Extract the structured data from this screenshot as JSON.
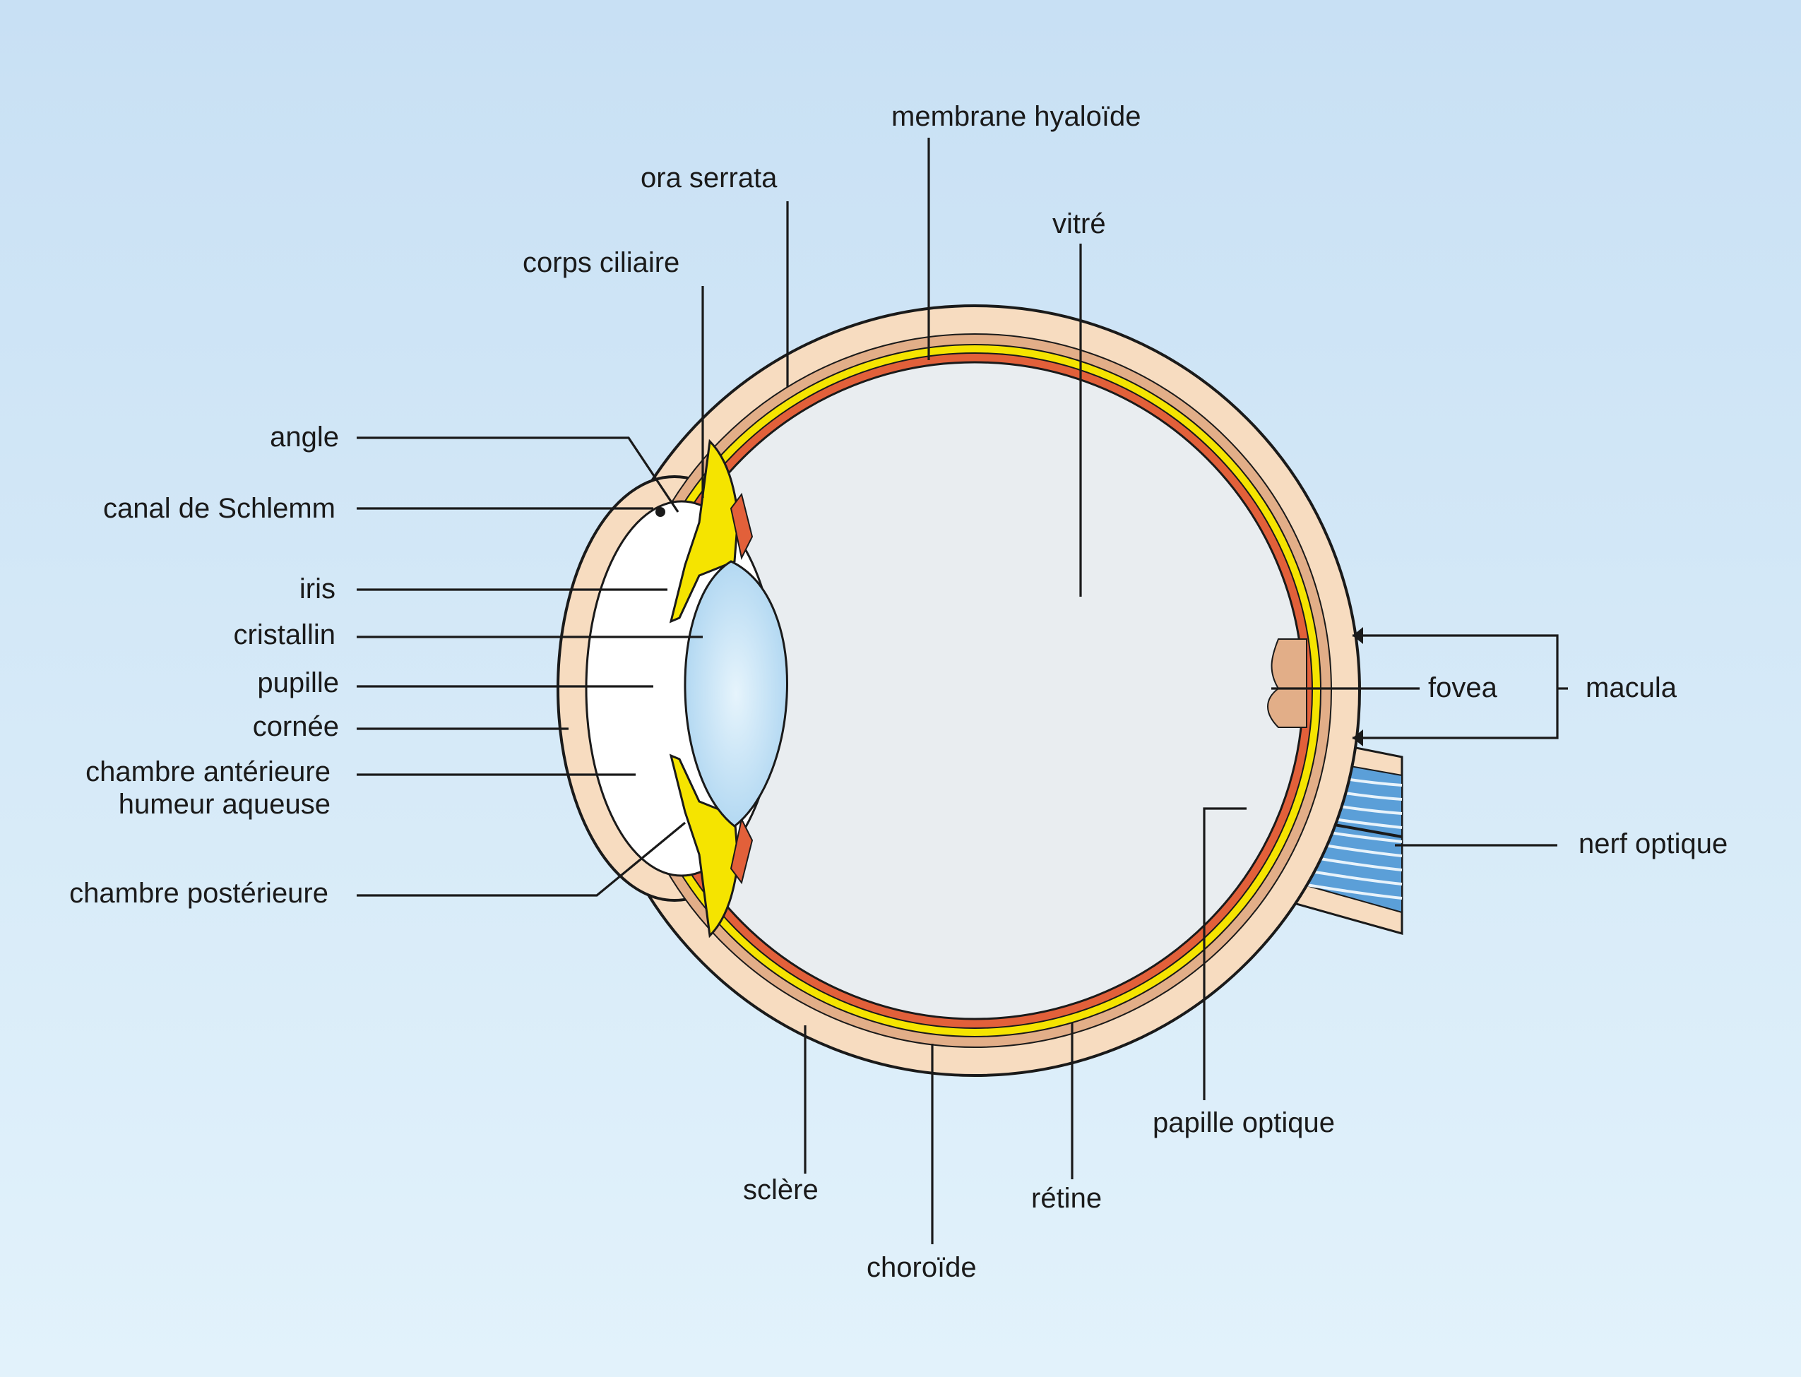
{
  "colors": {
    "background_top": "#c8e0f4",
    "background_bottom": "#e2f2fb",
    "sclera": "#f7dcc0",
    "choroid": "#e2ae88",
    "retina": "#f5e400",
    "red_layer": "#e2603a",
    "vitreous": "#e9edf0",
    "lens": "#cfe8f7",
    "optic_nerve": "#5b9fd8",
    "outline": "#1a1a1a"
  },
  "labels": {
    "membrane_hyaloide": "membrane hyaloïde",
    "ora_serrata": "ora serrata",
    "vitre": "vitré",
    "corps_ciliaire": "corps ciliaire",
    "angle": "angle",
    "canal_de_schlemm": "canal de Schlemm",
    "iris": "iris",
    "cristallin": "cristallin",
    "pupille": "pupille",
    "cornee": "cornée",
    "chambre_anterieure": "chambre antérieure",
    "humeur_aqueuse": "humeur aqueuse",
    "chambre_posterieure": "chambre postérieure",
    "fovea": "fovea",
    "macula": "macula",
    "nerf_optique": "nerf optique",
    "papille_optique": "papille optique",
    "sclere": "sclère",
    "retine": "rétine",
    "choroide": "choroïde"
  }
}
